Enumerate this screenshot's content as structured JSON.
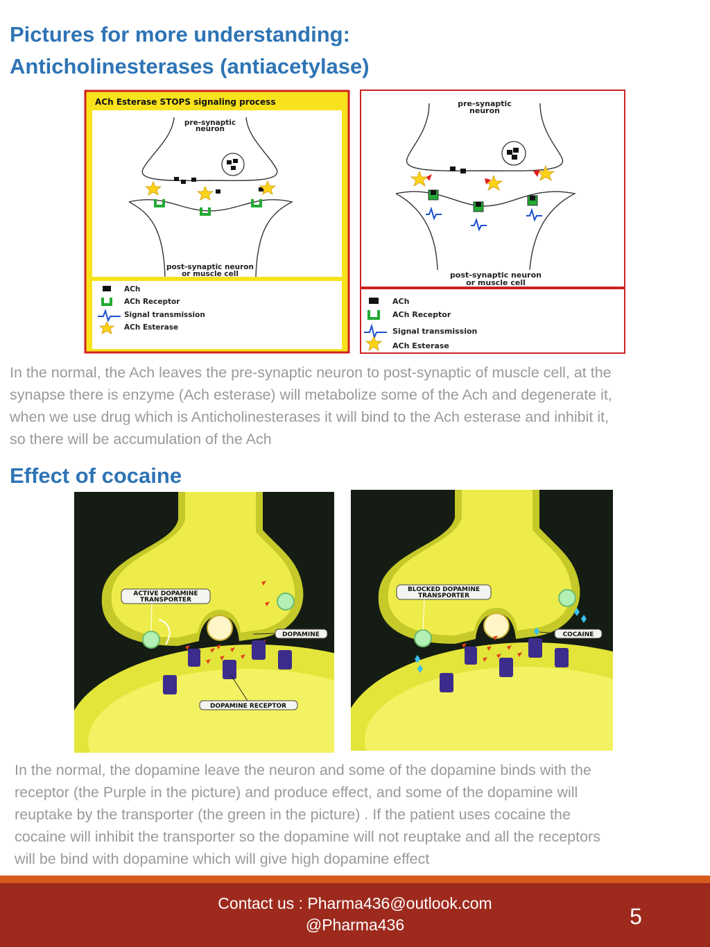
{
  "title": {
    "line1": "Pictures for more understanding:",
    "line2": "Anticholinesterases (antiacetylase)"
  },
  "ach_left": {
    "header": "ACh Esterase STOPS signaling process",
    "pre": [
      "pre-synaptic",
      "neuron"
    ],
    "post": [
      "post-synaptic neuron",
      "or muscle cell"
    ],
    "legend": [
      "ACh",
      "ACh Receptor",
      "Signal transmission",
      "ACh Esterase"
    ]
  },
  "ach_right": {
    "pre": [
      "pre-synaptic",
      "neuron"
    ],
    "post": [
      "post-synaptic neuron",
      "or muscle cell"
    ],
    "legend": [
      "ACh",
      "ACh Receptor",
      "Signal transmission",
      "ACh Esterase"
    ]
  },
  "para1": [
    "In the normal, the Ach leaves the pre-synaptic neuron to post-synaptic of muscle cell, at the",
    "synapse there is enzyme (Ach esterase) will metabolize some of the Ach and degenerate it,",
    "when we use drug which is Anticholinesterases  it will bind to the Ach esterase and inhibit it,",
    "so there will be accumulation of the Ach"
  ],
  "section2_title": "Effect of cocaine",
  "coc_left": {
    "transporter": [
      "ACTIVE DOPAMINE",
      "TRANSPORTER"
    ],
    "dopamine": "DOPAMINE",
    "receptor": "DOPAMINE RECEPTOR"
  },
  "coc_right": {
    "transporter": [
      "BLOCKED DOPAMINE",
      "TRANSPORTER"
    ],
    "cocaine": "COCAINE"
  },
  "para2": [
    "In the normal, the dopamine leave the neuron  and some of the dopamine binds with the",
    "receptor (the Purple in the picture) and produce effect, and some of the dopamine will",
    "reuptake by  the transporter (the green in the picture) . If the patient uses cocaine the",
    "cocaine will inhibit the transporter so the dopamine will not reuptake and all the receptors",
    "will be bind with dopamine which will give high dopamine effect"
  ],
  "footer": {
    "contact": "Contact us : Pharma436@outlook.com",
    "handle": "@Pharma436",
    "page": "5"
  },
  "colors": {
    "heading": "#2e74b5",
    "footer": "#9e2a1e",
    "stripe": "#d55a1b",
    "border_yellow": "#f7e21c",
    "border_red": "#cc2222",
    "receptor_green": "#22aa33",
    "esterase_yellow": "#ffd21a",
    "neuron_yellow": "#f0ec45",
    "dopamine_red": "#e0421a",
    "receptor_purple": "#3c2d8c"
  }
}
